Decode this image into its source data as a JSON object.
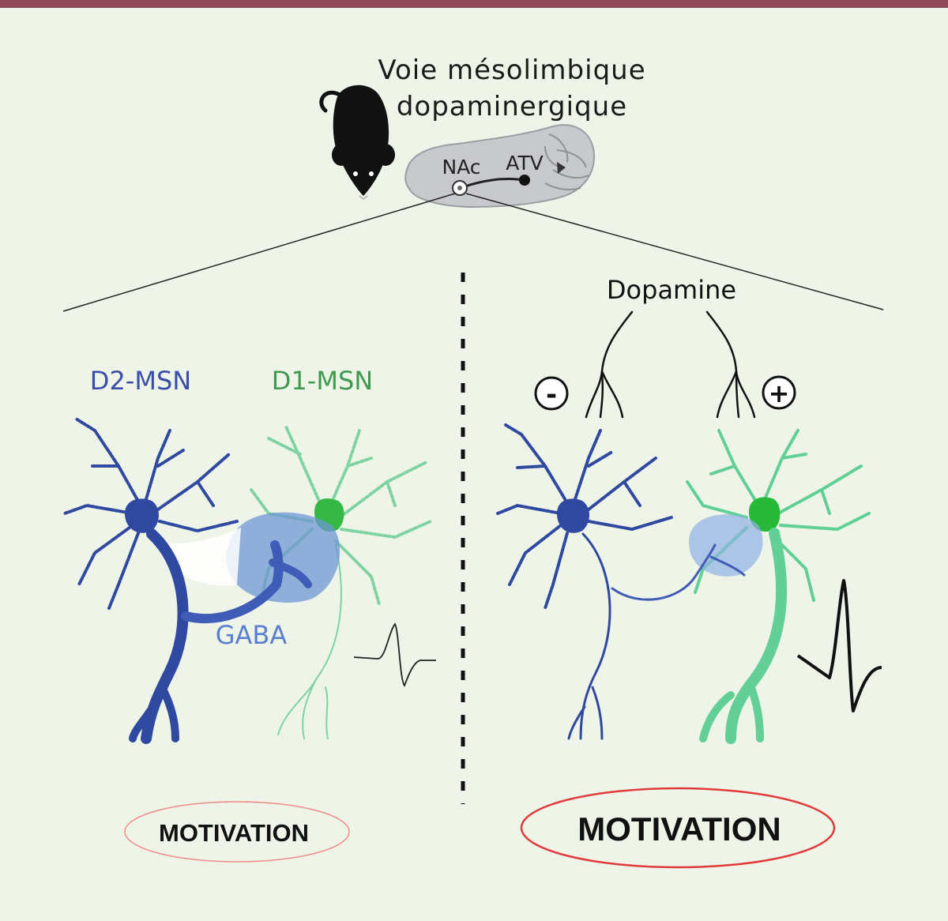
{
  "header": {
    "title_line1": "Voie mésolimbique",
    "title_line2": "dopaminergique"
  },
  "brain": {
    "region_nac": "NAc",
    "region_atv": "ATV"
  },
  "left_panel": {
    "d2_label": "D2-MSN",
    "d1_label": "D1-MSN",
    "gaba_label": "GABA",
    "motivation_label": "MOTIVATION"
  },
  "right_panel": {
    "dopamine_label": "Dopamine",
    "minus_sign": "-",
    "plus_sign": "+",
    "motivation_label": "MOTIVATION"
  },
  "colors": {
    "d2_blue": "#2f48a0",
    "d1_green": "#3fbf6a",
    "gaba_cloud": "#6f95d6",
    "ellipse_red": "#e23a3a",
    "background": "#eef5e8",
    "top_bar": "#8f4a5a"
  },
  "icons": [
    "mouse-icon",
    "brain-icon",
    "action-potential-icon",
    "minus-icon",
    "plus-icon"
  ]
}
